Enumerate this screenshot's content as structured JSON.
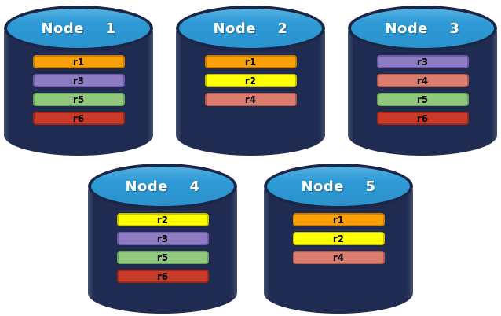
{
  "diagram": {
    "description_labels": [],
    "nodes": [
      {
        "label": "Node  1",
        "replicas": [
          "r1",
          "r3",
          "r5",
          "r6"
        ]
      },
      {
        "label": "Node  2",
        "replicas": [
          "r1",
          "r2",
          "r4"
        ]
      },
      {
        "label": "Node  3",
        "replicas": [
          "r3",
          "r4",
          "r5",
          "r6"
        ]
      },
      {
        "label": "Node  4",
        "replicas": [
          "r2",
          "r3",
          "r5",
          "r6"
        ]
      },
      {
        "label": "Node  5",
        "replicas": [
          "r1",
          "r2",
          "r4"
        ]
      }
    ],
    "layout_rows": [
      [
        0,
        1,
        2
      ],
      [
        3,
        4
      ]
    ]
  },
  "colors": {
    "cylinder_body": "#1F2B50",
    "cylinder_top": "#2E9AD6",
    "cylinder_outline": "#1B2647",
    "replicas": {
      "r1": {
        "fill": "#F9A008",
        "border": "#C97E04"
      },
      "r2": {
        "fill": "#FFFF00",
        "border": "#C3C300"
      },
      "r3": {
        "fill": "#8E7CC3",
        "border": "#6D5AA8"
      },
      "r4": {
        "fill": "#DC7C6E",
        "border": "#B25A4E"
      },
      "r5": {
        "fill": "#90C97E",
        "border": "#6BA35A"
      },
      "r6": {
        "fill": "#C93A28",
        "border": "#9C2A1B"
      }
    }
  }
}
